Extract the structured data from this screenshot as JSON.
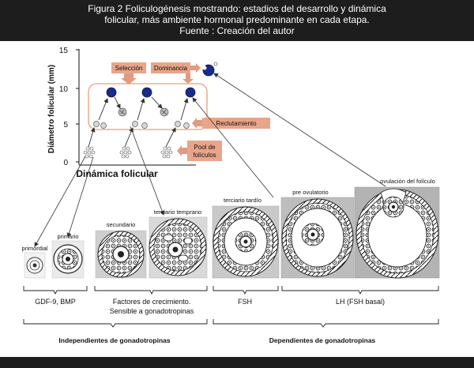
{
  "caption": {
    "line1": "Figura 2 Foliculogénesis mostrando: estadios del desarrollo y dinámica",
    "line2": "folicular, más ambiente hormonal predominante en cada etapa.",
    "line3": "Fuente : Creación del autor"
  },
  "graph": {
    "y_axis_label": "Diámetro folicular (mm)",
    "y_ticks": [
      "15",
      "10",
      "5",
      "0"
    ],
    "x_axis_label": "Dinámica folicular",
    "callouts": {
      "seleccion": "Selección",
      "dominancia": "Dominancia",
      "reclutamiento": "Reclutamiento",
      "pool_line1": "Pool de",
      "pool_line2": "folículos"
    }
  },
  "stages": {
    "primordial": "primordial",
    "primario": "primario",
    "secundario": "secundario",
    "terciario_temprano": "terciario temprano",
    "terciario_tardio": "terciario tardío",
    "pre_ovulatorio": "pre ovulatorio",
    "ovulacion": "ovulación del folículo"
  },
  "hormones": {
    "gdf": "GDF-9, BMP",
    "factores_line1": "Factores de crecimiento.",
    "factores_line2": "Sensible a gonadotropinas",
    "fsh": "FSH",
    "lh": "LH (FSH basal)"
  },
  "groups": {
    "independientes": "Independientes de gonadotropinas",
    "dependientes": "Dependientes de gonadotropinas"
  },
  "colors": {
    "caption_bg": "#1d1d1d",
    "callout_fill": "#e8a58a",
    "callout_arrow": "#e29a80",
    "dominant_follicle": "#1a2a8a",
    "selection_box": "#e8a078"
  }
}
